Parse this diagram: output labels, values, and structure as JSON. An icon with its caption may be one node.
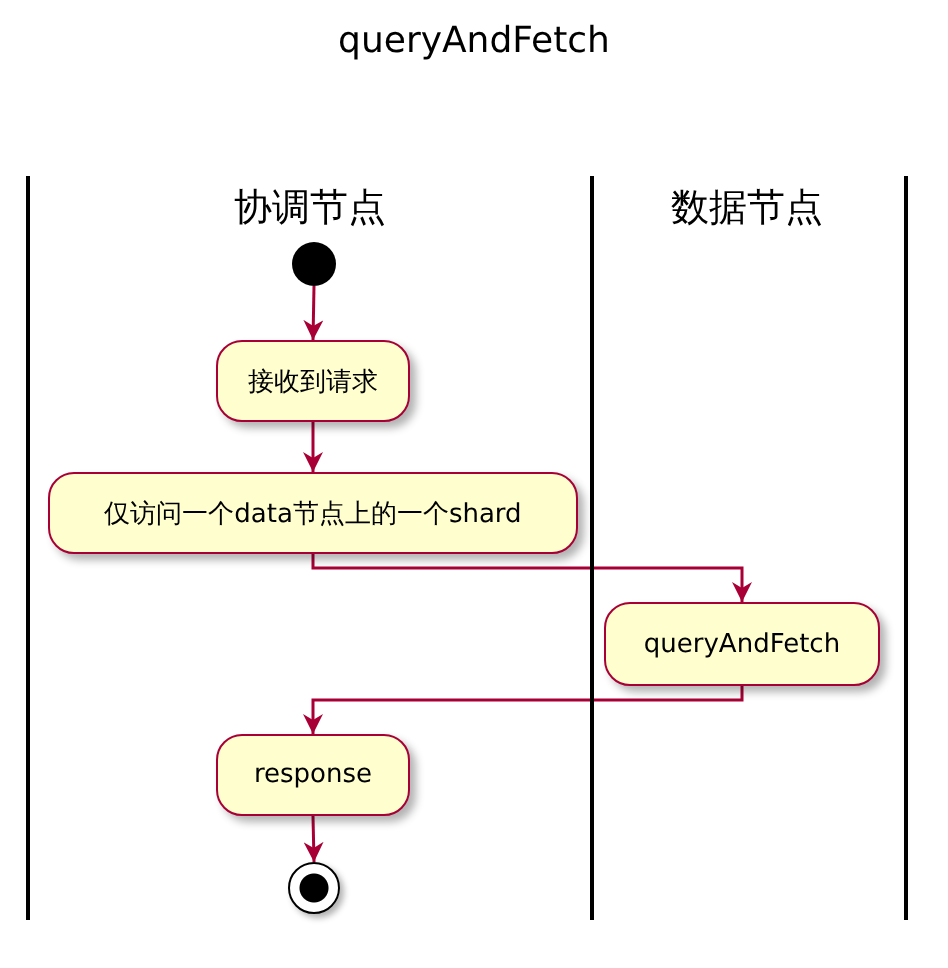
{
  "diagram": {
    "title": "queryAndFetch",
    "nodes": [
      {
        "text": [
          "协调节点"
        ]
      },
      {
        "text": [
          "数据节点"
        ]
      },
      {
        "text": [],
        "shape": "circle",
        "in": 0
      },
      {
        "text": [
          "接收到请求"
        ],
        "in": 0
      },
      {
        "text": [
          "仅访问一个data节点上的一个shard"
        ],
        "in": 0
      },
      {
        "text": [
          "queryAndFetch"
        ],
        "in": 1
      },
      {
        "text": [
          "response"
        ],
        "in": 0
      },
      {
        "text": [],
        "shape": "end-circle",
        "in": 0
      }
    ],
    "edges": [
      {
        "from": 2,
        "to": 3,
        "arrow": "to"
      },
      {
        "from": 3,
        "to": 4,
        "arrow": "to"
      },
      {
        "from": 4,
        "to": 5,
        "arrow": "to"
      },
      {
        "from": 5,
        "to": 6,
        "arrow": "to"
      },
      {
        "from": 6,
        "to": 7,
        "arrow": "to"
      }
    ]
  }
}
